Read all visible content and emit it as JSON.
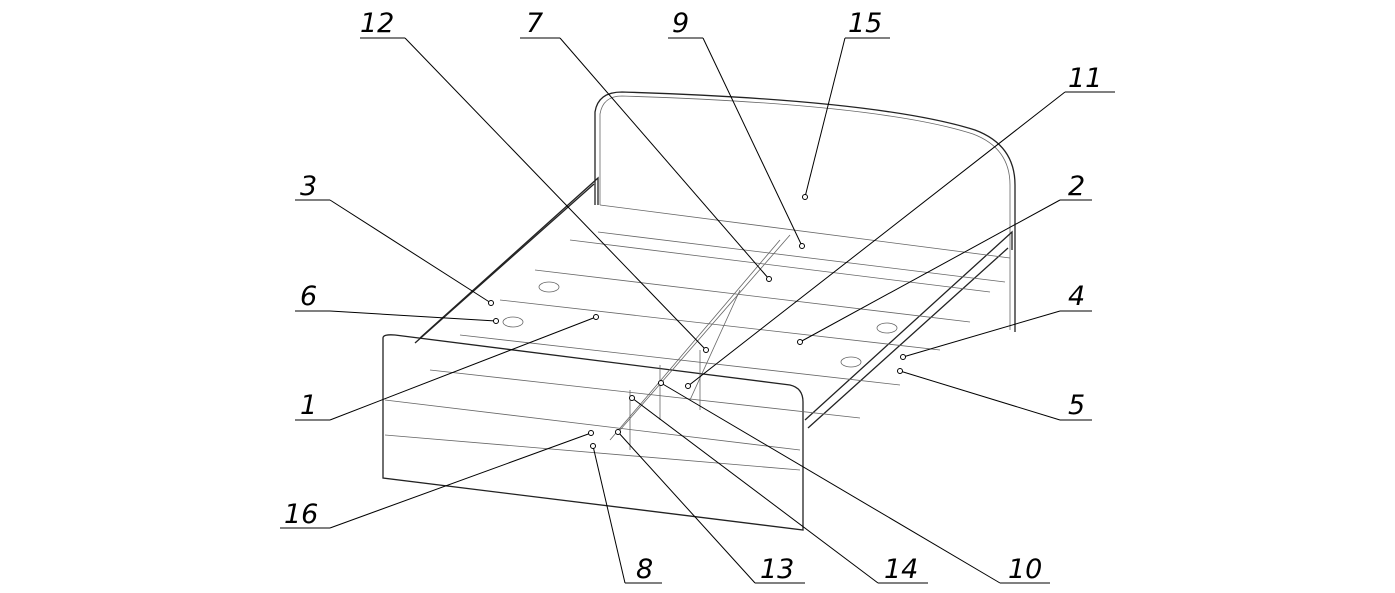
{
  "title": "Bed assembly diagram",
  "callouts": [
    {
      "id": "12",
      "text": "12"
    },
    {
      "id": "7",
      "text": "7"
    },
    {
      "id": "9",
      "text": "9"
    },
    {
      "id": "15",
      "text": "15"
    },
    {
      "id": "11",
      "text": "11"
    },
    {
      "id": "3",
      "text": "3"
    },
    {
      "id": "2",
      "text": "2"
    },
    {
      "id": "6",
      "text": "6"
    },
    {
      "id": "4",
      "text": "4"
    },
    {
      "id": "1",
      "text": "1"
    },
    {
      "id": "5",
      "text": "5"
    },
    {
      "id": "16",
      "text": "16"
    },
    {
      "id": "8",
      "text": "8"
    },
    {
      "id": "13",
      "text": "13"
    },
    {
      "id": "14",
      "text": "14"
    },
    {
      "id": "10",
      "text": "10"
    }
  ]
}
